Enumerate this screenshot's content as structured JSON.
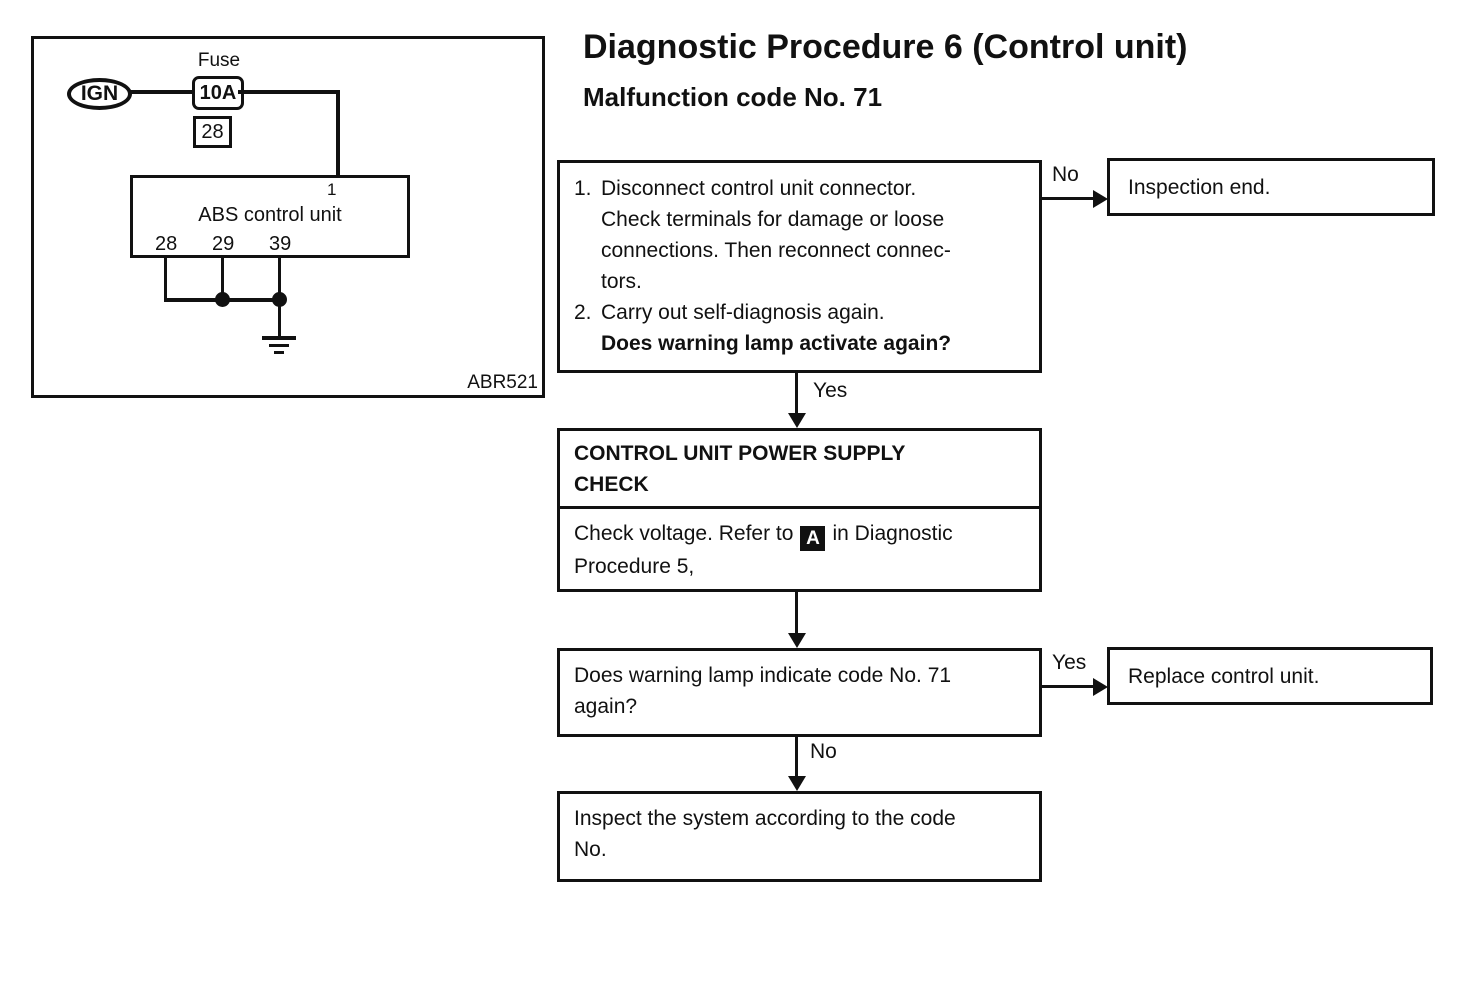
{
  "page": {
    "title": "Diagnostic Procedure 6 (Control unit)",
    "subtitle": "Malfunction code No. 71"
  },
  "circuit": {
    "source_label": "IGN",
    "fuse_caption": "Fuse",
    "fuse_rating": "10A",
    "fuse_number": "28",
    "pin_top": "1",
    "unit_name": "ABS control unit",
    "terminals": [
      "28",
      "29",
      "39"
    ],
    "figure_code": "ABR521"
  },
  "flow": {
    "step1": {
      "lines": [
        {
          "n": "1.",
          "t": "Disconnect control unit connector."
        },
        {
          "n": "",
          "t": "Check terminals for damage or loose"
        },
        {
          "n": "",
          "t": "connections. Then reconnect connec-"
        },
        {
          "n": "",
          "t": "tors."
        },
        {
          "n": "2.",
          "t": "Carry out self-diagnosis again."
        },
        {
          "n": "",
          "t": "Does warning lamp activate again?"
        }
      ]
    },
    "labels": {
      "no1": "No",
      "yes1": "Yes",
      "yes2": "Yes",
      "no2": "No"
    },
    "inspection_end": "Inspection end.",
    "step2": {
      "header_line1": "CONTROL UNIT POWER SUPPLY",
      "header_line2": "CHECK",
      "body_pre": "Check voltage. Refer to",
      "badge": "A",
      "body_post": "in Diagnostic",
      "body_line2": "Procedure 5,"
    },
    "step3": {
      "line1": "Does warning lamp indicate code No. 71",
      "line2": "again?"
    },
    "replace": "Replace control unit.",
    "step4": {
      "line1": "Inspect the system according to the code",
      "line2": "No."
    }
  },
  "colors": {
    "ink": "#111111",
    "paper": "#ffffff"
  }
}
